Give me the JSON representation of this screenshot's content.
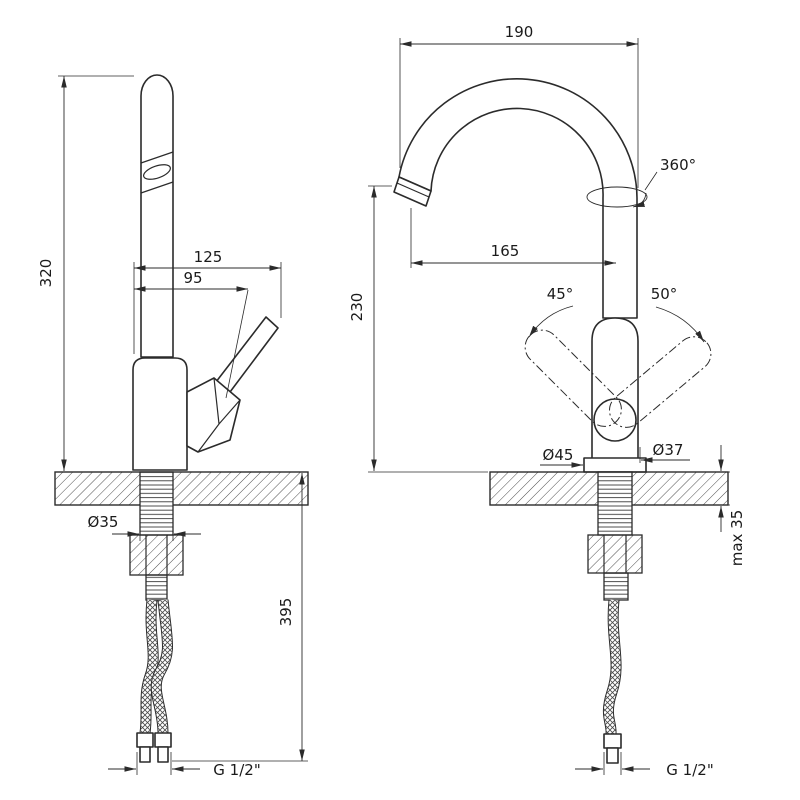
{
  "colors": {
    "line": "#2b2b2b",
    "background": "#ffffff"
  },
  "left_view": {
    "dim_height": "320",
    "dim_spout_reach": "125",
    "dim_handle_reach": "95",
    "dia_shank": "Ø35",
    "dim_under_counter": "395",
    "thread": "G 1/2\""
  },
  "right_view": {
    "dim_width": "190",
    "swivel": "360°",
    "dim_spout_reach": "165",
    "dim_spout_height": "230",
    "handle_angle_left": "45°",
    "handle_angle_right": "50°",
    "dia_base": "Ø45",
    "dia_body": "Ø37",
    "counter_max": "max 35",
    "thread": "G 1/2\""
  }
}
